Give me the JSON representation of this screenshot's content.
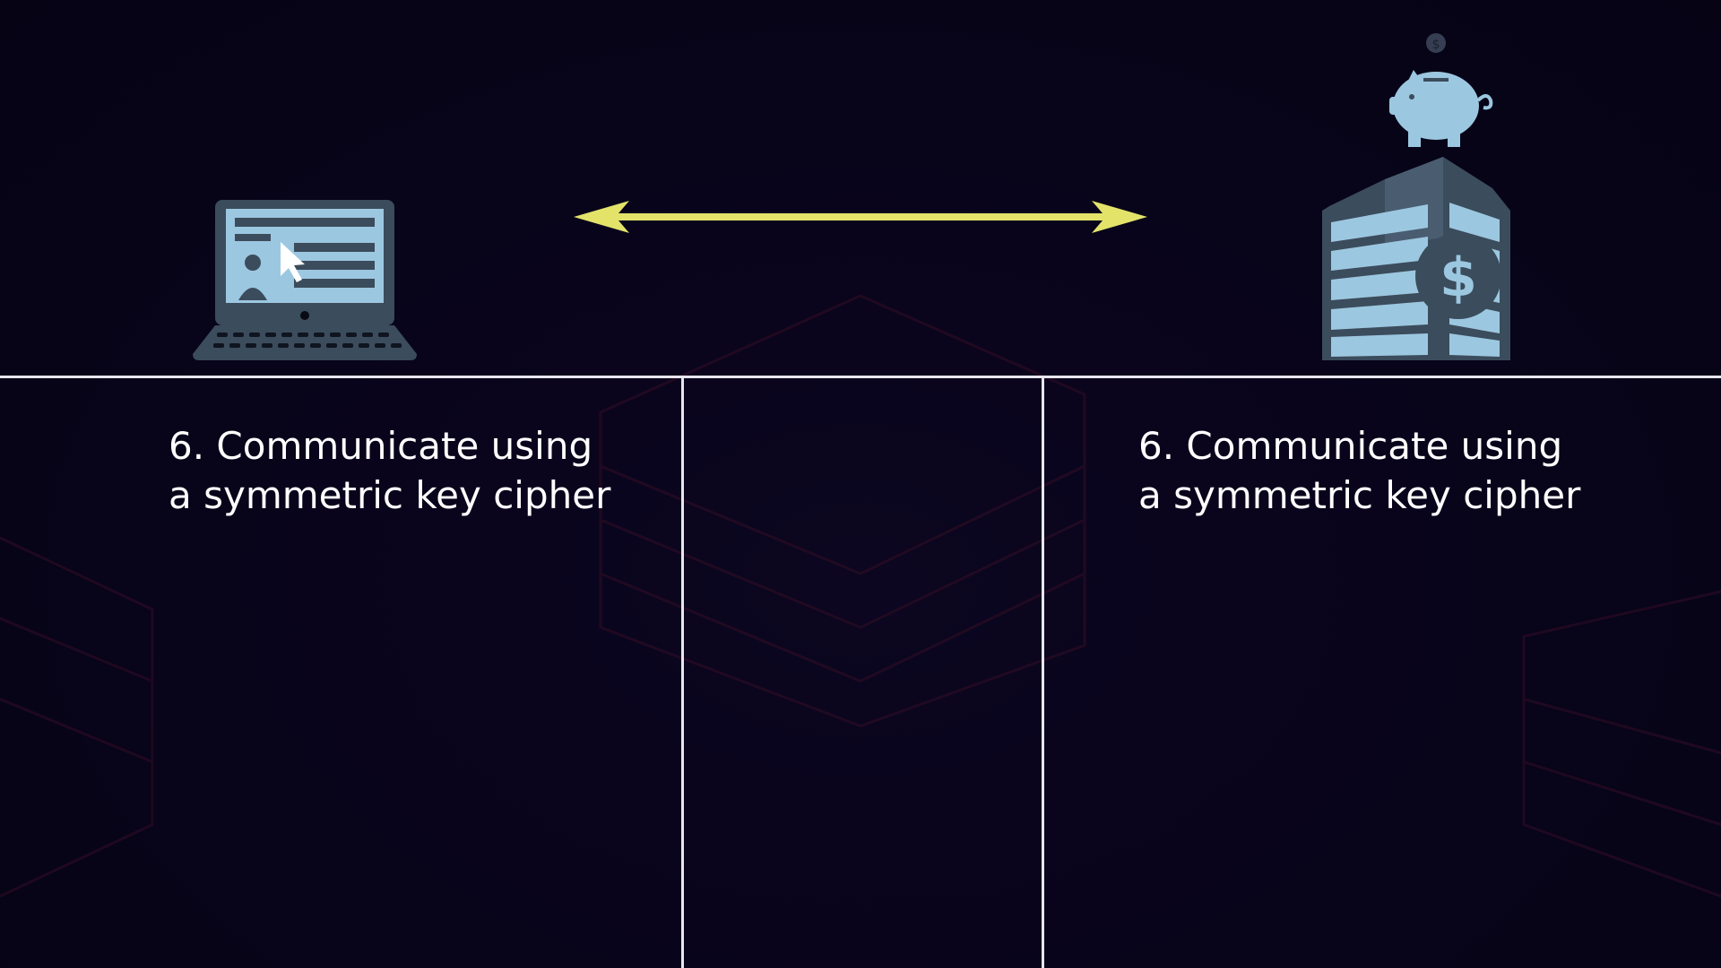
{
  "colors": {
    "background": "#08041a",
    "divider": "#e8e6ee",
    "arrow": "#e3e36a",
    "icon_light": "#9cc7e0",
    "icon_dark": "#3b4c5c",
    "text": "#ffffff"
  },
  "icons": {
    "client": "laptop-icon",
    "connection": "double-arrow-icon",
    "server": "bank-building-icon",
    "savings": "piggy-bank-icon"
  },
  "steps": {
    "client": {
      "line1": "6. Communicate using",
      "line2": "a symmetric key cipher"
    },
    "server": {
      "line1": "6. Communicate using",
      "line2": "a symmetric key cipher"
    }
  }
}
